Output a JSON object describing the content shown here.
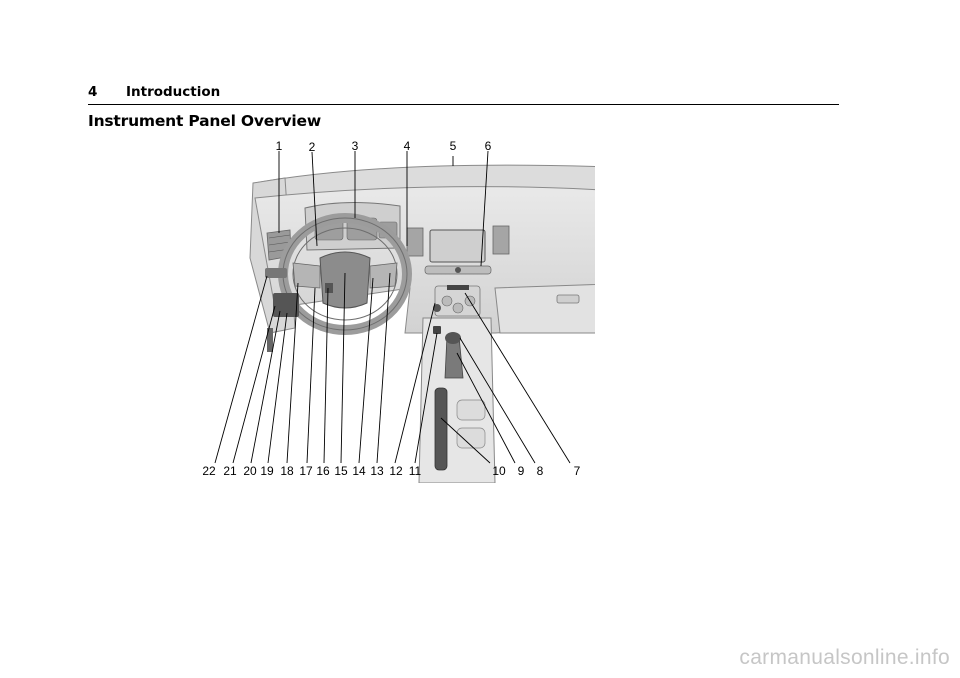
{
  "header": {
    "page_number": "4",
    "chapter": "Introduction"
  },
  "section": {
    "title": "Instrument Panel Overview"
  },
  "figure": {
    "callouts_top": [
      "1",
      "2",
      "3",
      "4",
      "5",
      "6"
    ],
    "callouts_bottom": [
      "22",
      "21",
      "20",
      "19",
      "18",
      "17",
      "16",
      "15",
      "14",
      "13",
      "12",
      "11",
      "10",
      "9",
      "8",
      "7"
    ]
  },
  "footer": {
    "watermark": "carmanualsonline.info"
  }
}
